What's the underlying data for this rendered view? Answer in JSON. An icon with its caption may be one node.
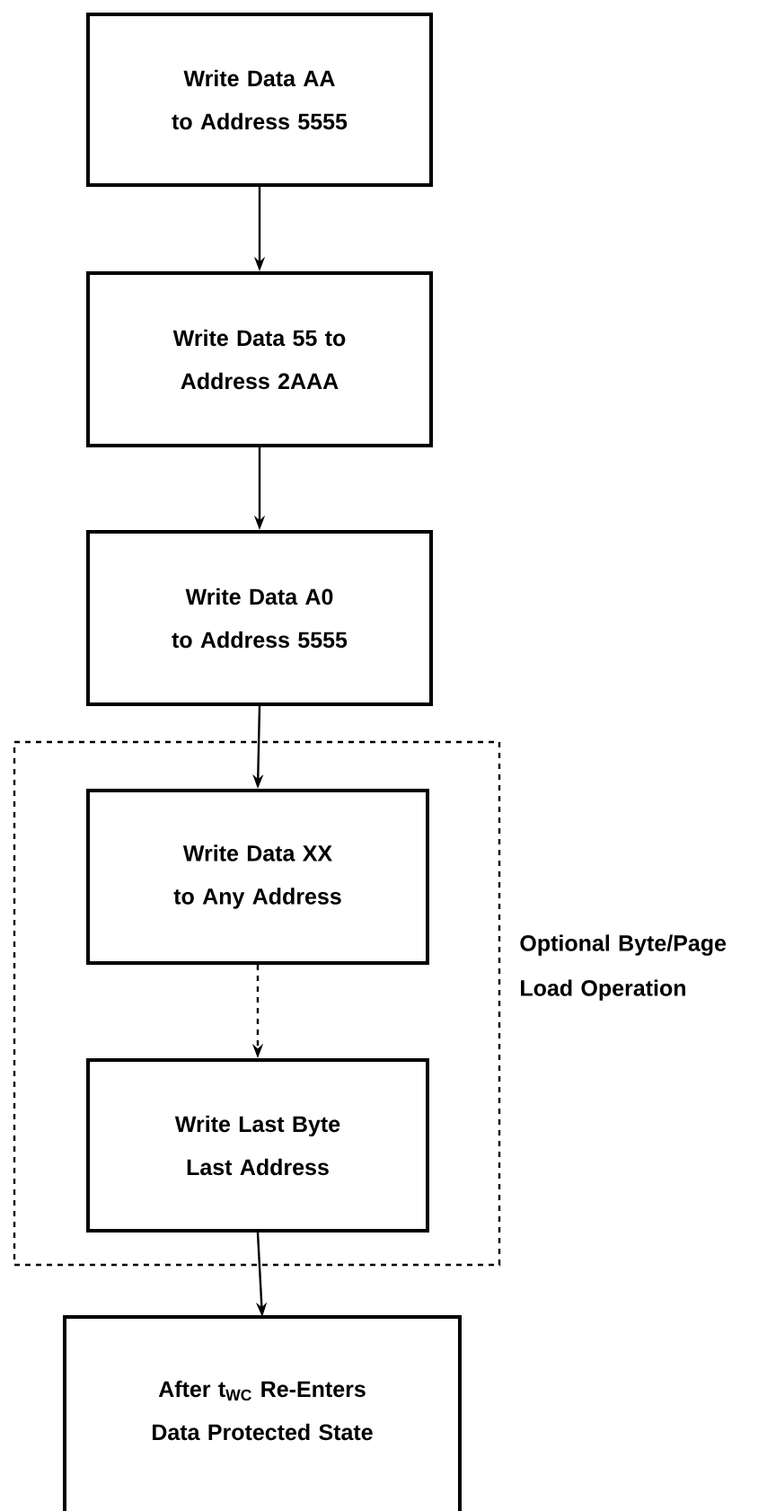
{
  "diagram": {
    "nodes": [
      {
        "text": [
          "Write Data AA to Address 5555"
        ]
      },
      {
        "text": [
          "Write Data 55 to Address 2AAA"
        ]
      },
      {
        "text": [
          "Write Data A0 to Address 5555"
        ]
      },
      {
        "text": [
          "Optional Byte/Page Load Operation"
        ]
      },
      {
        "text": [
          "Write Data XX to Any Address"
        ],
        "in": 3
      },
      {
        "text": [
          "Write Last Byte Last Address"
        ],
        "in": 3
      },
      {
        "text": [
          "After t$_{WC}$ Re-Enters Data Protected State"
        ]
      }
    ],
    "edges": [
      {
        "from": 0,
        "to": 1,
        "arrow": "to"
      },
      {
        "from": 1,
        "to": 2,
        "arrow": "to"
      },
      {
        "from": 2,
        "to": 4,
        "arrow": "to"
      },
      {
        "from": 4,
        "to": 5,
        "arrow": "to",
        "style": "dashed"
      },
      {
        "from": 5,
        "to": 6,
        "arrow": "to"
      }
    ]
  }
}
